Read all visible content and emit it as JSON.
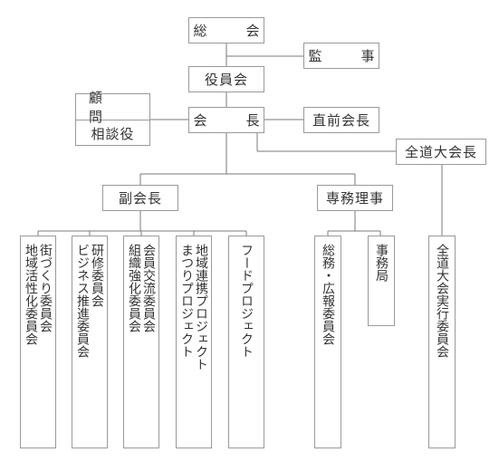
{
  "top": {
    "general_assembly": "総　会",
    "auditor": "監　事",
    "officers_meeting": "役員会",
    "president": "会　長",
    "advisor": "顧　問",
    "counselor": "相談役",
    "former_president": "直前会長",
    "convention_chair": "全道大会長"
  },
  "middle": {
    "vice_president": "副会長",
    "executive_director": "専務理事"
  },
  "committees": {
    "c1": "街づくり委員会\n地域活性化委員会",
    "c2": "研修委員会\nビジネス推進委員会",
    "c3": "会員交流委員会\n組織強化委員会",
    "c4": "地域連携プロジェクト\nまつりプロジェクト",
    "c5": "フードプロジェクト",
    "c6": "総務・広報委員会",
    "c7": "事務局",
    "c8": "全道大会実行委員会"
  }
}
